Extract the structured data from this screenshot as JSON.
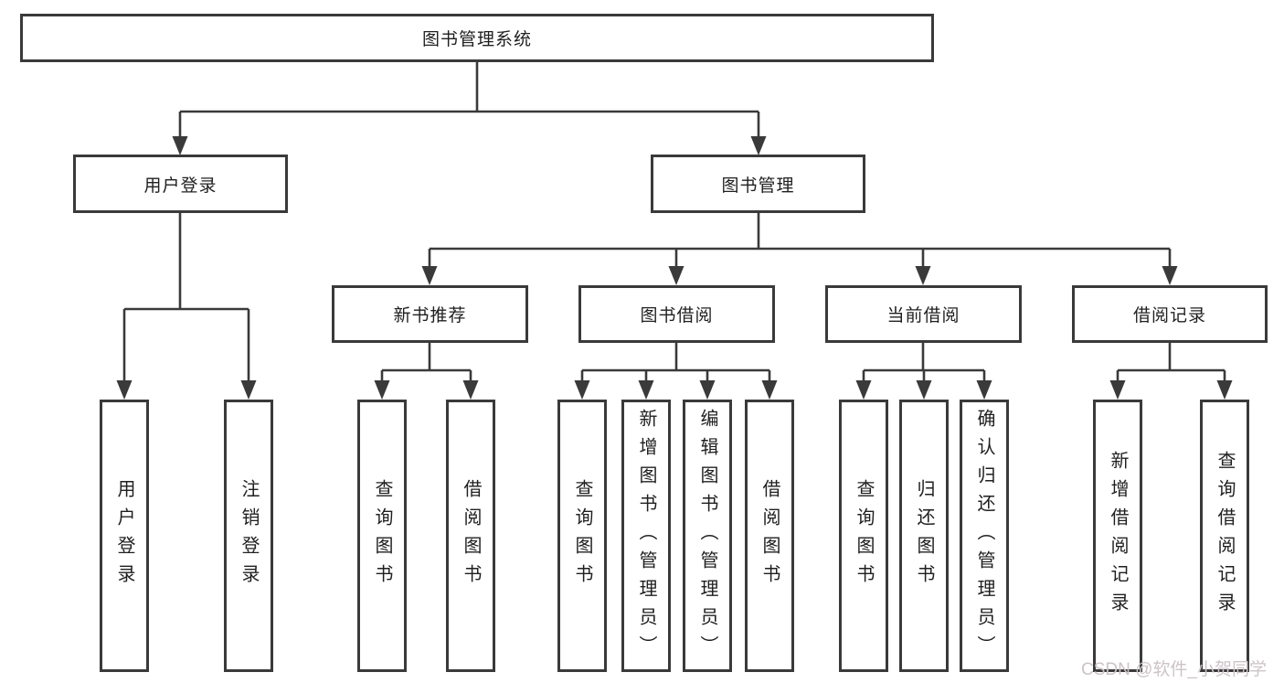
{
  "diagram": {
    "type": "hierarchy-tree",
    "title": "图书管理系统",
    "nodes": {
      "root": {
        "label": "图书管理系统"
      },
      "user_login": {
        "label": "用户登录"
      },
      "book_management": {
        "label": "图书管理"
      },
      "new_book_recommend": {
        "label": "新书推荐"
      },
      "book_borrow": {
        "label": "图书借阅"
      },
      "current_borrow": {
        "label": "当前借阅"
      },
      "borrow_records": {
        "label": "借阅记录"
      },
      "leaves": [
        {
          "label": "用户登录",
          "parent": "用户登录"
        },
        {
          "label": "注销登录",
          "parent": "用户登录"
        },
        {
          "label": "查询图书",
          "parent": "新书推荐"
        },
        {
          "label": "借阅图书",
          "parent": "新书推荐"
        },
        {
          "label": "查询图书",
          "parent": "图书借阅"
        },
        {
          "label": "新增图书（管理员）",
          "parent": "图书借阅"
        },
        {
          "label": "编辑图书（管理员）",
          "parent": "图书借阅"
        },
        {
          "label": "借阅图书",
          "parent": "图书借阅"
        },
        {
          "label": "查询图书",
          "parent": "当前借阅"
        },
        {
          "label": "归还图书",
          "parent": "当前借阅"
        },
        {
          "label": "确认归还（管理员）",
          "parent": "当前借阅"
        },
        {
          "label": "新增借阅记录",
          "parent": "借阅记录"
        },
        {
          "label": "查询借阅记录",
          "parent": "借阅记录"
        }
      ]
    },
    "colors": {
      "line": "#3a3a3a",
      "box_border": "#3a3a3a",
      "text": "#1f1f1f",
      "watermark": "#ccc3c8"
    }
  },
  "watermark": "CSDN @软件_小贺同学"
}
